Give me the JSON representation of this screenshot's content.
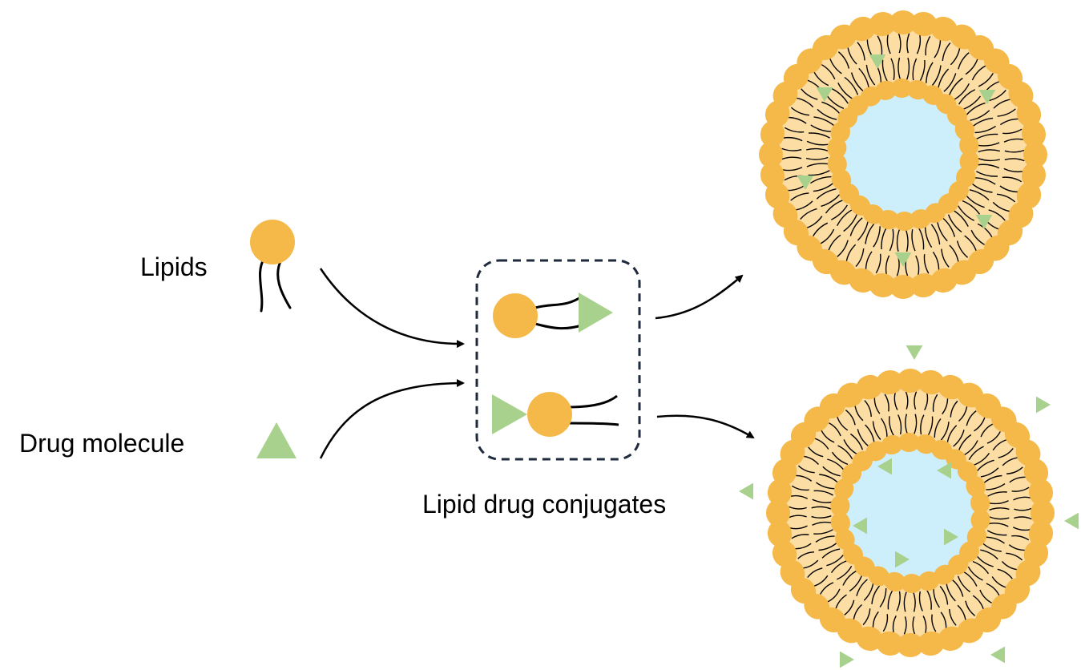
{
  "labels": {
    "lipids": "Lipids",
    "drug_molecule": "Drug molecule",
    "conjugates": "Lipid drug conjugates"
  },
  "colors": {
    "lipid_head": "#F5B94A",
    "bilayer_fill": "#FCDDA3",
    "core": "#CDEEFB",
    "drug": "#A8D18D",
    "line": "#000000",
    "box_border": "#1F2A3C"
  }
}
